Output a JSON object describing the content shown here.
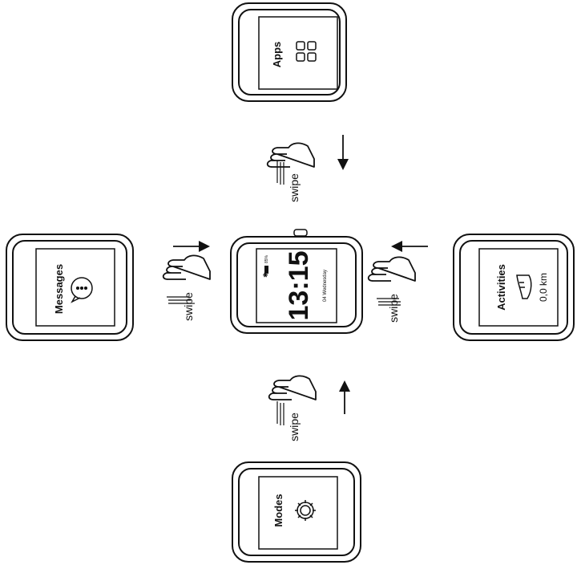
{
  "screens": {
    "apps": {
      "label": "Apps",
      "icon": "apps-grid-icon"
    },
    "messages": {
      "label": "Messages",
      "icon": "chat-bubble-icon"
    },
    "activities": {
      "label": "Activities",
      "icon": "running-shoe-icon",
      "value": "0,0 km"
    },
    "modes": {
      "label": "Modes",
      "icon": "gear-icon"
    },
    "home": {
      "time": "13:15",
      "date": "04 Wednesday",
      "battery": "85%"
    }
  },
  "gestures": {
    "down": {
      "label": "swipe",
      "arrow": "down"
    },
    "right": {
      "label": "swipe",
      "arrow": "right"
    },
    "left": {
      "label": "swipe",
      "arrow": "left"
    },
    "up": {
      "label": "swipe",
      "arrow": "up"
    }
  }
}
